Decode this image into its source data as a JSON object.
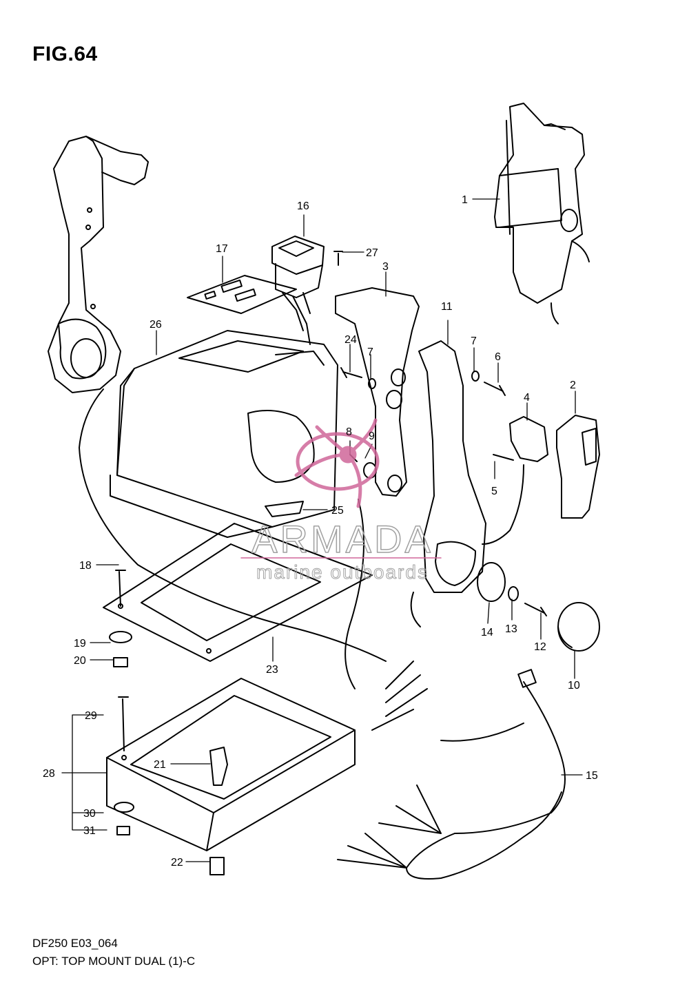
{
  "figure": {
    "title": "FIG.64",
    "footer_line1": "DF250 E03_064",
    "footer_line2": "OPT: TOP MOUNT DUAL (1)-C"
  },
  "watermark": {
    "title": "ARMADA",
    "subtitle": "marine outboards",
    "color": "#d0679a"
  },
  "callouts": {
    "c1": "1",
    "c2": "2",
    "c3": "3",
    "c4": "4",
    "c5": "5",
    "c6": "6",
    "c7a": "7",
    "c7b": "7",
    "c8": "8",
    "c9": "9",
    "c10": "10",
    "c11": "11",
    "c12": "12",
    "c13": "13",
    "c14": "14",
    "c15": "15",
    "c16": "16",
    "c17": "17",
    "c18": "18",
    "c19": "19",
    "c20": "20",
    "c21": "21",
    "c22": "22",
    "c23": "23",
    "c24": "24",
    "c25": "25",
    "c26": "26",
    "c27": "27",
    "c28": "28",
    "c29": "29",
    "c30": "30",
    "c31": "31"
  }
}
